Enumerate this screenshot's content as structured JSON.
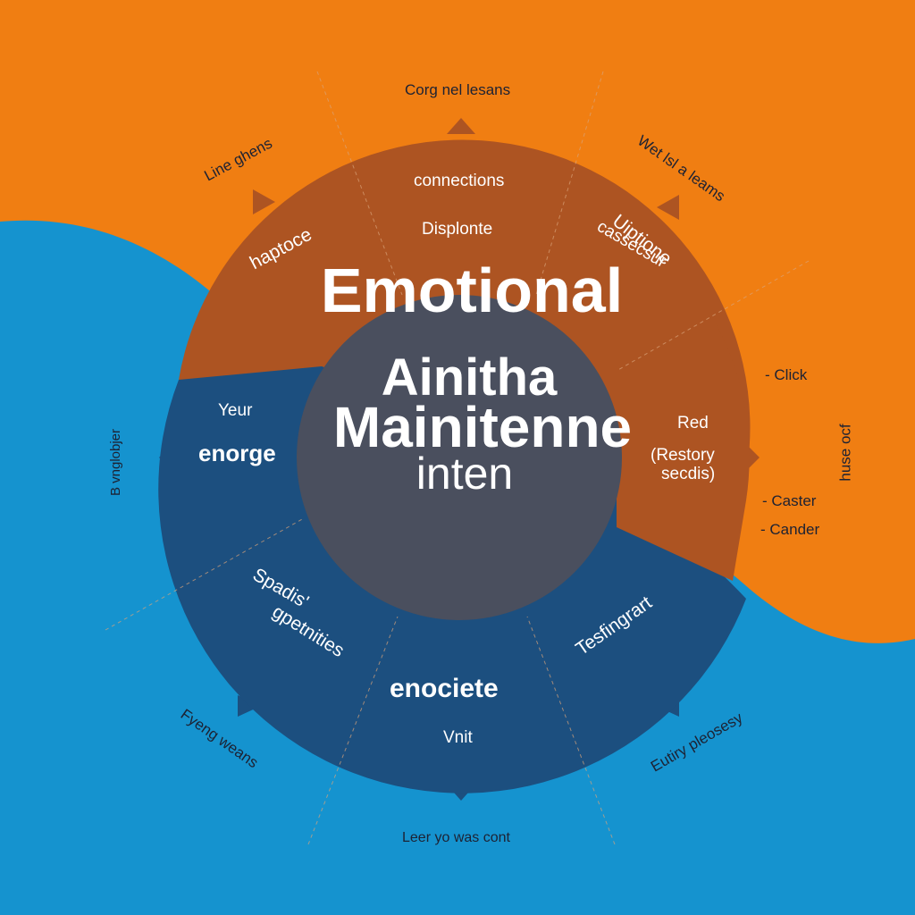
{
  "colors": {
    "orange_bg": "#f07e12",
    "blue_bg": "#1593cf",
    "ring_orange": "#ad5422",
    "ring_blue": "#1c4f7f",
    "center": "#4a4f5e",
    "outer_text": "#1d2233",
    "ring_text": "#ffffff"
  },
  "diagram": {
    "headline": "Emotional",
    "center_lines": [
      "Ainitha",
      "Mainitenne",
      "inten"
    ],
    "ring_labels": {
      "connections": "connections",
      "displonte": "Displonte",
      "haptoce": "haptoce",
      "uiptione": "Uiptione",
      "cassecsur": "cassecsur",
      "yeur": "Yeur",
      "enorge": "enorge",
      "red": "Red",
      "restory": "(Restory",
      "secdis": "secdis)",
      "spadis": "Spadis'",
      "gpetnities": "gpetnities",
      "tesfingrart": "Tesfingrart",
      "enociete": "enociete",
      "vnit": "Vnit"
    },
    "outer_labels": {
      "top": "Corg nel lesans",
      "top_left": "Line ghens",
      "top_right": "Wet lsl a leams",
      "left": "B vnglobjer",
      "right_click": "- Click",
      "right_caster": "- Caster",
      "right_cander": "- Cander",
      "right_vertical": "huse ocf",
      "bottom_left": "Fyeng weans",
      "bottom_right": "Eutiry pleosesy",
      "bottom": "Leer yo was cont"
    }
  }
}
